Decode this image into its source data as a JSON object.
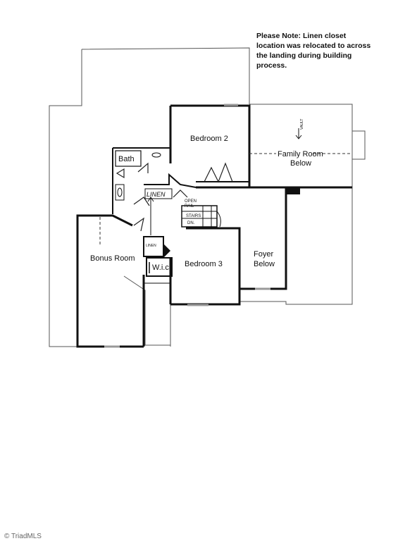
{
  "note": "Please Note:  Linen closet location was relocated to across the landing during building process.",
  "rooms": {
    "bedroom2": "Bedroom 2",
    "family_room_1": "Family Room",
    "family_room_2": "Below",
    "vault": "VAULT",
    "bath": "Bath",
    "linen": "LINEN",
    "open_rail_1": "OPEN",
    "open_rail_2": "RAIL",
    "stairs": "STAIRS",
    "dn": "DN.",
    "bonus_room": "Bonus Room",
    "linen_small": "LINEN",
    "wic": "W.i.c.",
    "bedroom3": "Bedroom 3",
    "foyer_1": "Foyer",
    "foyer_2": "Below"
  },
  "watermark": "© TriadMLS"
}
